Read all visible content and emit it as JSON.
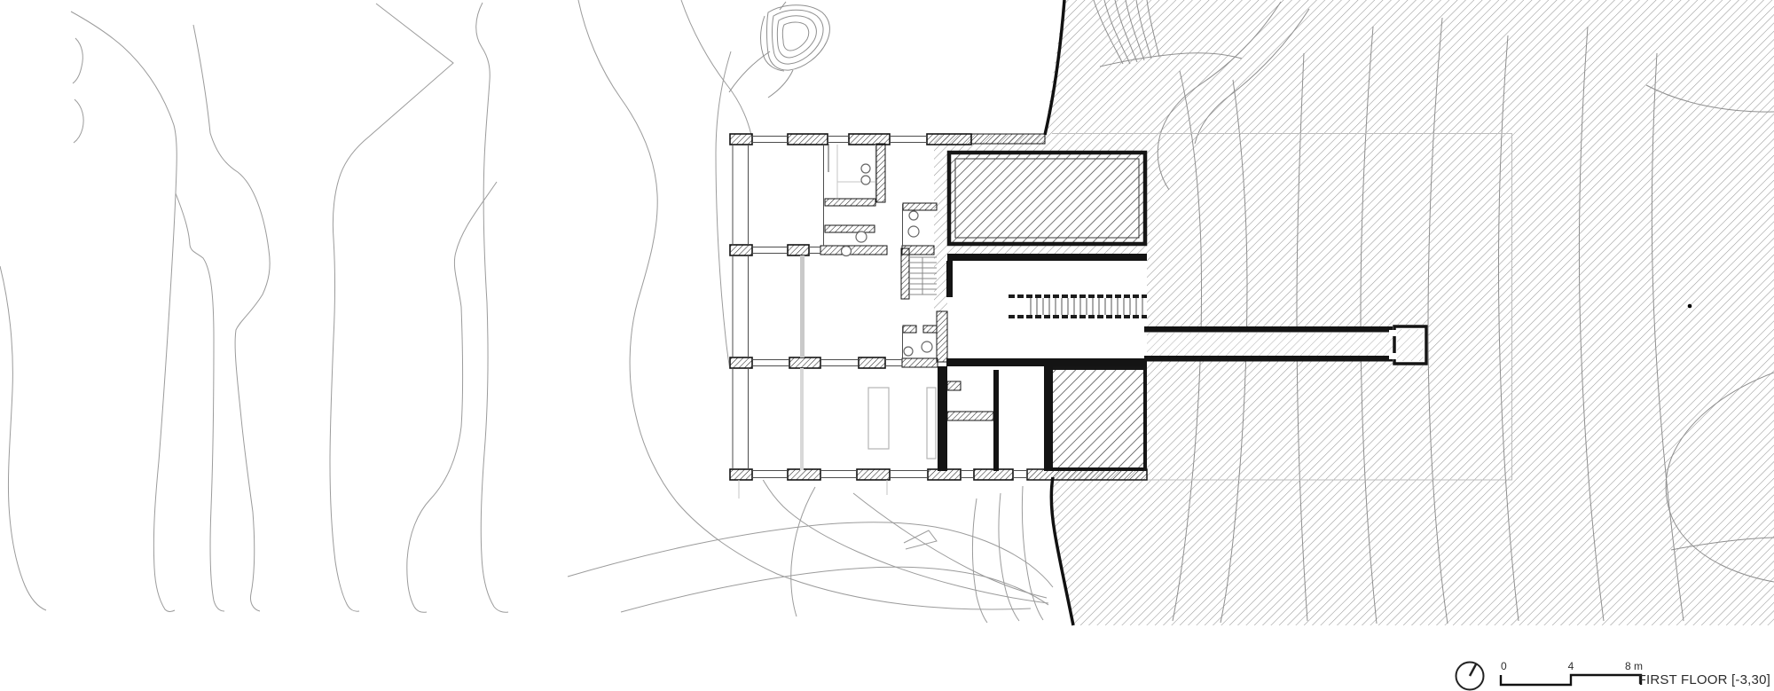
{
  "sheet": {
    "title": "FIRST FLOOR [-3,30]",
    "scale_bar": {
      "t0": "0",
      "t4": "4",
      "t8": "8 m"
    },
    "legend": {
      "north_icon": "north-arrow-icon"
    },
    "colors": {
      "ink": "#141414",
      "terrain_hatch": "#8d8d8d",
      "room_hatch": "#3d3d3d",
      "contour_gray": "#9b9b9b",
      "faint_outline": "#bdbdbd",
      "paper": "#ffffff"
    }
  }
}
